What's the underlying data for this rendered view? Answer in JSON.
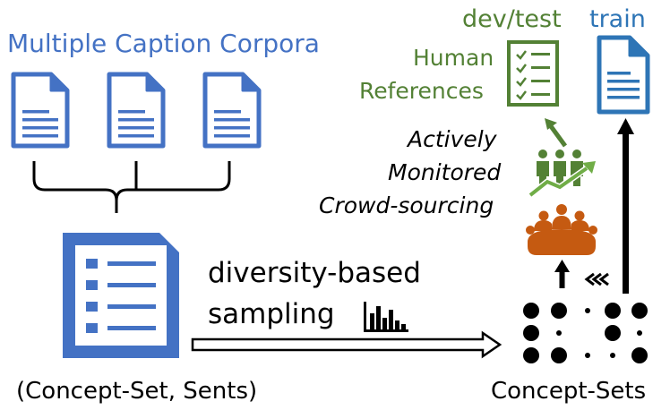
{
  "corpora": {
    "title": "Multiple Caption Corpora"
  },
  "concept_set_sents": {
    "label": "(Concept-Set, Sents)"
  },
  "sampling": {
    "line1": "diversity-based",
    "line2": "sampling"
  },
  "concept_sets": {
    "label": "Concept-Sets"
  },
  "crowd": {
    "line1": "Actively",
    "line2": "Monitored",
    "line3": "Crowd-sourcing"
  },
  "human_refs": {
    "line1": "Human",
    "line2": "References"
  },
  "splits": {
    "devtest": "dev/test",
    "train": "train"
  },
  "colors": {
    "blue": "#4472c4",
    "green": "#538135",
    "orange": "#c55a11",
    "train_blue": "#2e75b6"
  },
  "icons": [
    "document-icon",
    "list-document-icon",
    "checklist-icon",
    "bar-chart-icon",
    "people-growth-icon",
    "meeting-icon",
    "dot-grid-icon",
    "hollow-arrow-icon",
    "up-arrow-icon",
    "triple-chevron-icon"
  ]
}
